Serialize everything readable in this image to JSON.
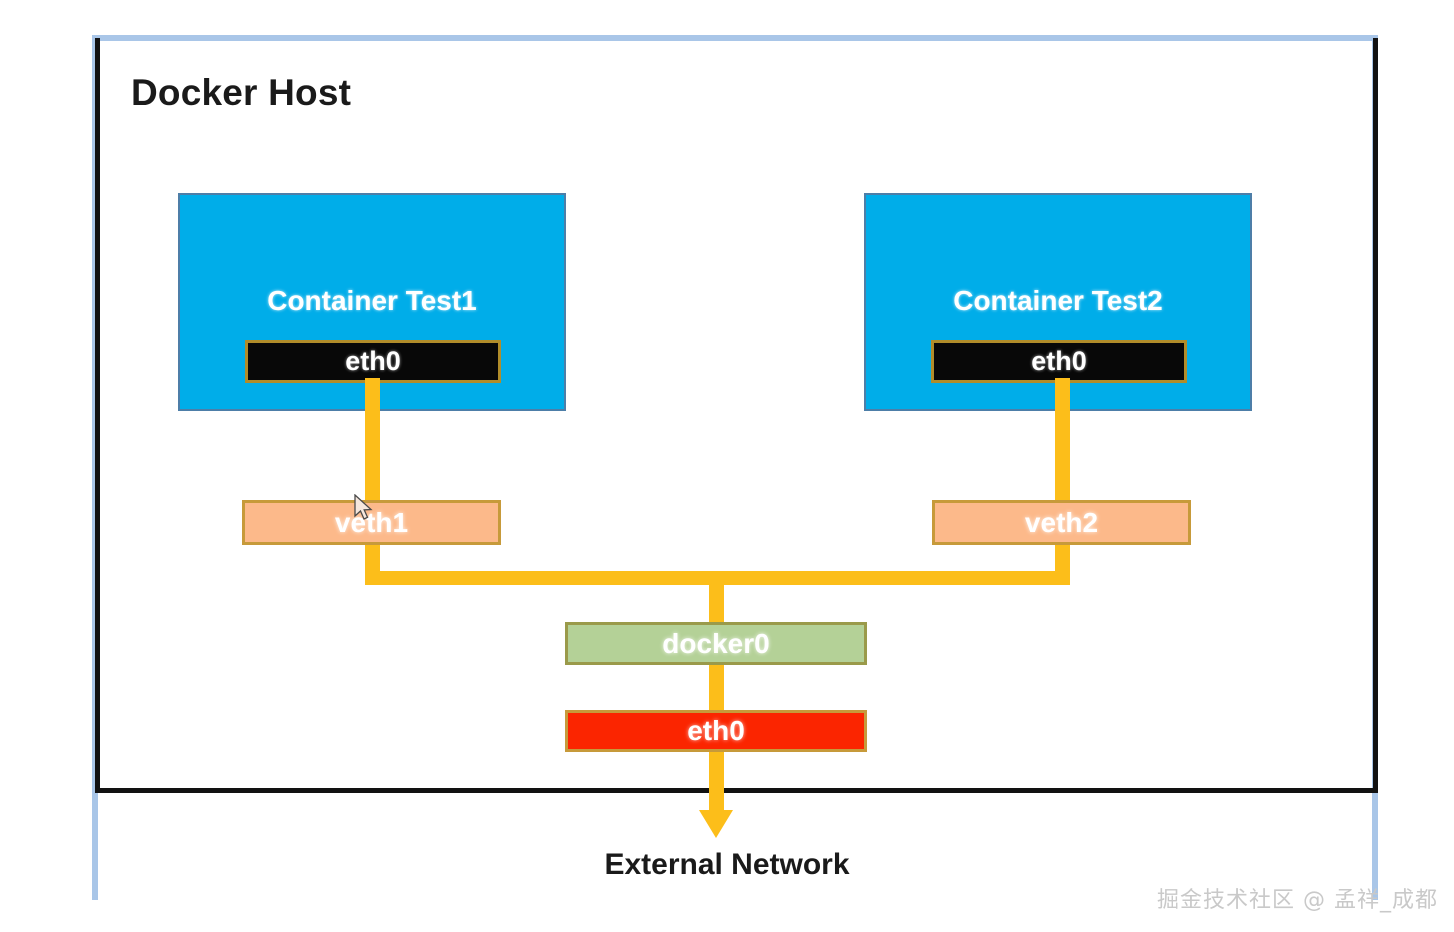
{
  "diagram": {
    "title": "Docker Host",
    "external_label": "External Network",
    "watermark": "掘金技术社区 @ 孟祥_成都",
    "containers": [
      {
        "label": "Container Test1",
        "interface": "eth0"
      },
      {
        "label": "Container Test2",
        "interface": "eth0"
      }
    ],
    "veths": [
      {
        "label": "veth1"
      },
      {
        "label": "veth2"
      }
    ],
    "bridge": {
      "label": "docker0"
    },
    "host_interface": {
      "label": "eth0"
    },
    "colors": {
      "frame_blue": "#a9c6e8",
      "host_border": "#121212",
      "container_fill": "#00ade9",
      "container_border": "#4d7ea8",
      "interface_black": "#080808",
      "gold_border": "#c79a3a",
      "veth_fill": "#fcb98a",
      "bridge_fill": "#b4d197",
      "bridge_border": "#9a9a4a",
      "host_eth_fill": "#fb2500",
      "wire_yellow": "#fcbe1a",
      "text_dark": "#1a1a1a",
      "watermark_gray": "#c9c9c9"
    },
    "icons": {
      "cursor": "mouse-pointer-icon",
      "arrow": "arrow-down-icon"
    }
  }
}
